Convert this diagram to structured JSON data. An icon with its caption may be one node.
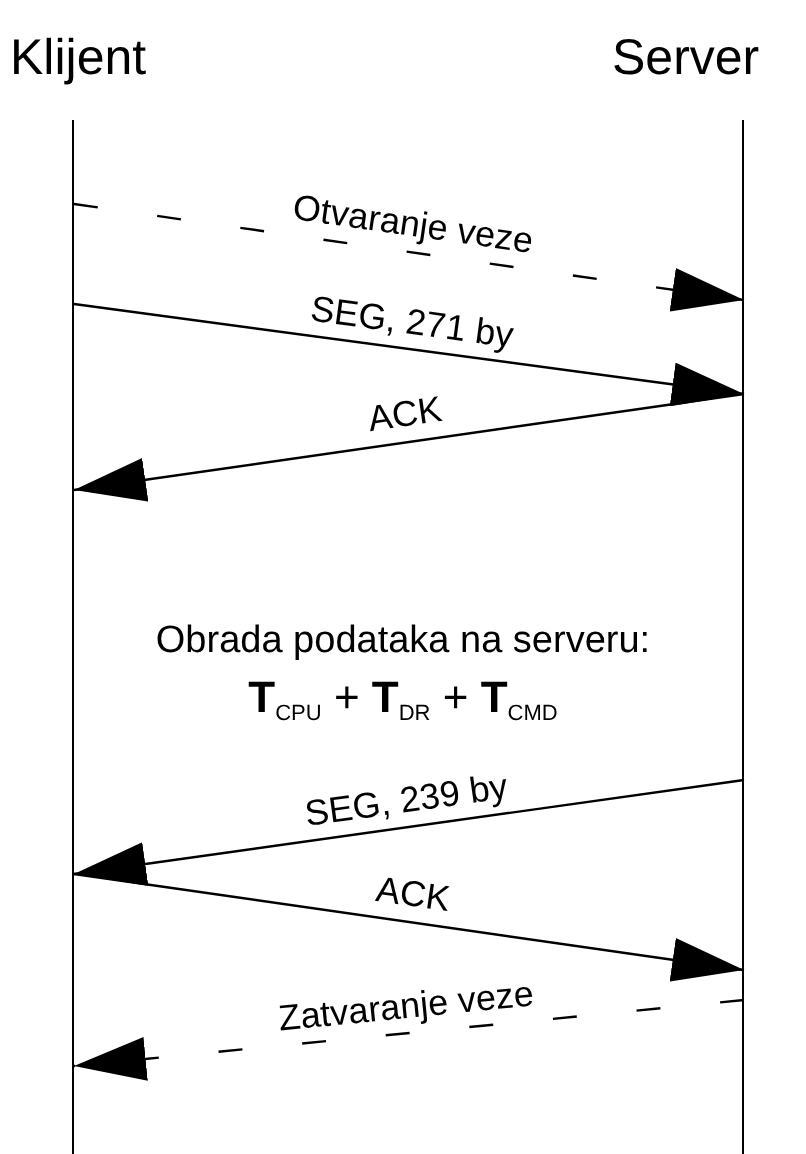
{
  "diagram": {
    "nodes": [
      {
        "text": [
          "Klijent"
        ]
      },
      {
        "text": [
          "Server"
        ]
      }
    ],
    "edges": [
      {
        "from": 0,
        "to": 1,
        "arrow": "to",
        "label": "Otvaranje veze",
        "style": "dashed"
      },
      {
        "from": 0,
        "to": 1,
        "arrow": "to",
        "label": "SEG, 271 by"
      },
      {
        "from": 1,
        "to": 0,
        "arrow": "to",
        "label": "ACK"
      },
      {
        "from": 1,
        "to": 0,
        "arrow": "to",
        "label": "SEG, 239 by"
      },
      {
        "from": 0,
        "to": 1,
        "arrow": "to",
        "label": "ACK"
      },
      {
        "from": 1,
        "to": 0,
        "arrow": "to",
        "label": "Zatvaranje veze",
        "style": "dashed"
      }
    ],
    "labels": [
      "Obrada podataka na serveru:",
      "**T**$_{CPU}$ + **T**$_{DR}$ + **T**$_{CMD}$"
    ]
  }
}
